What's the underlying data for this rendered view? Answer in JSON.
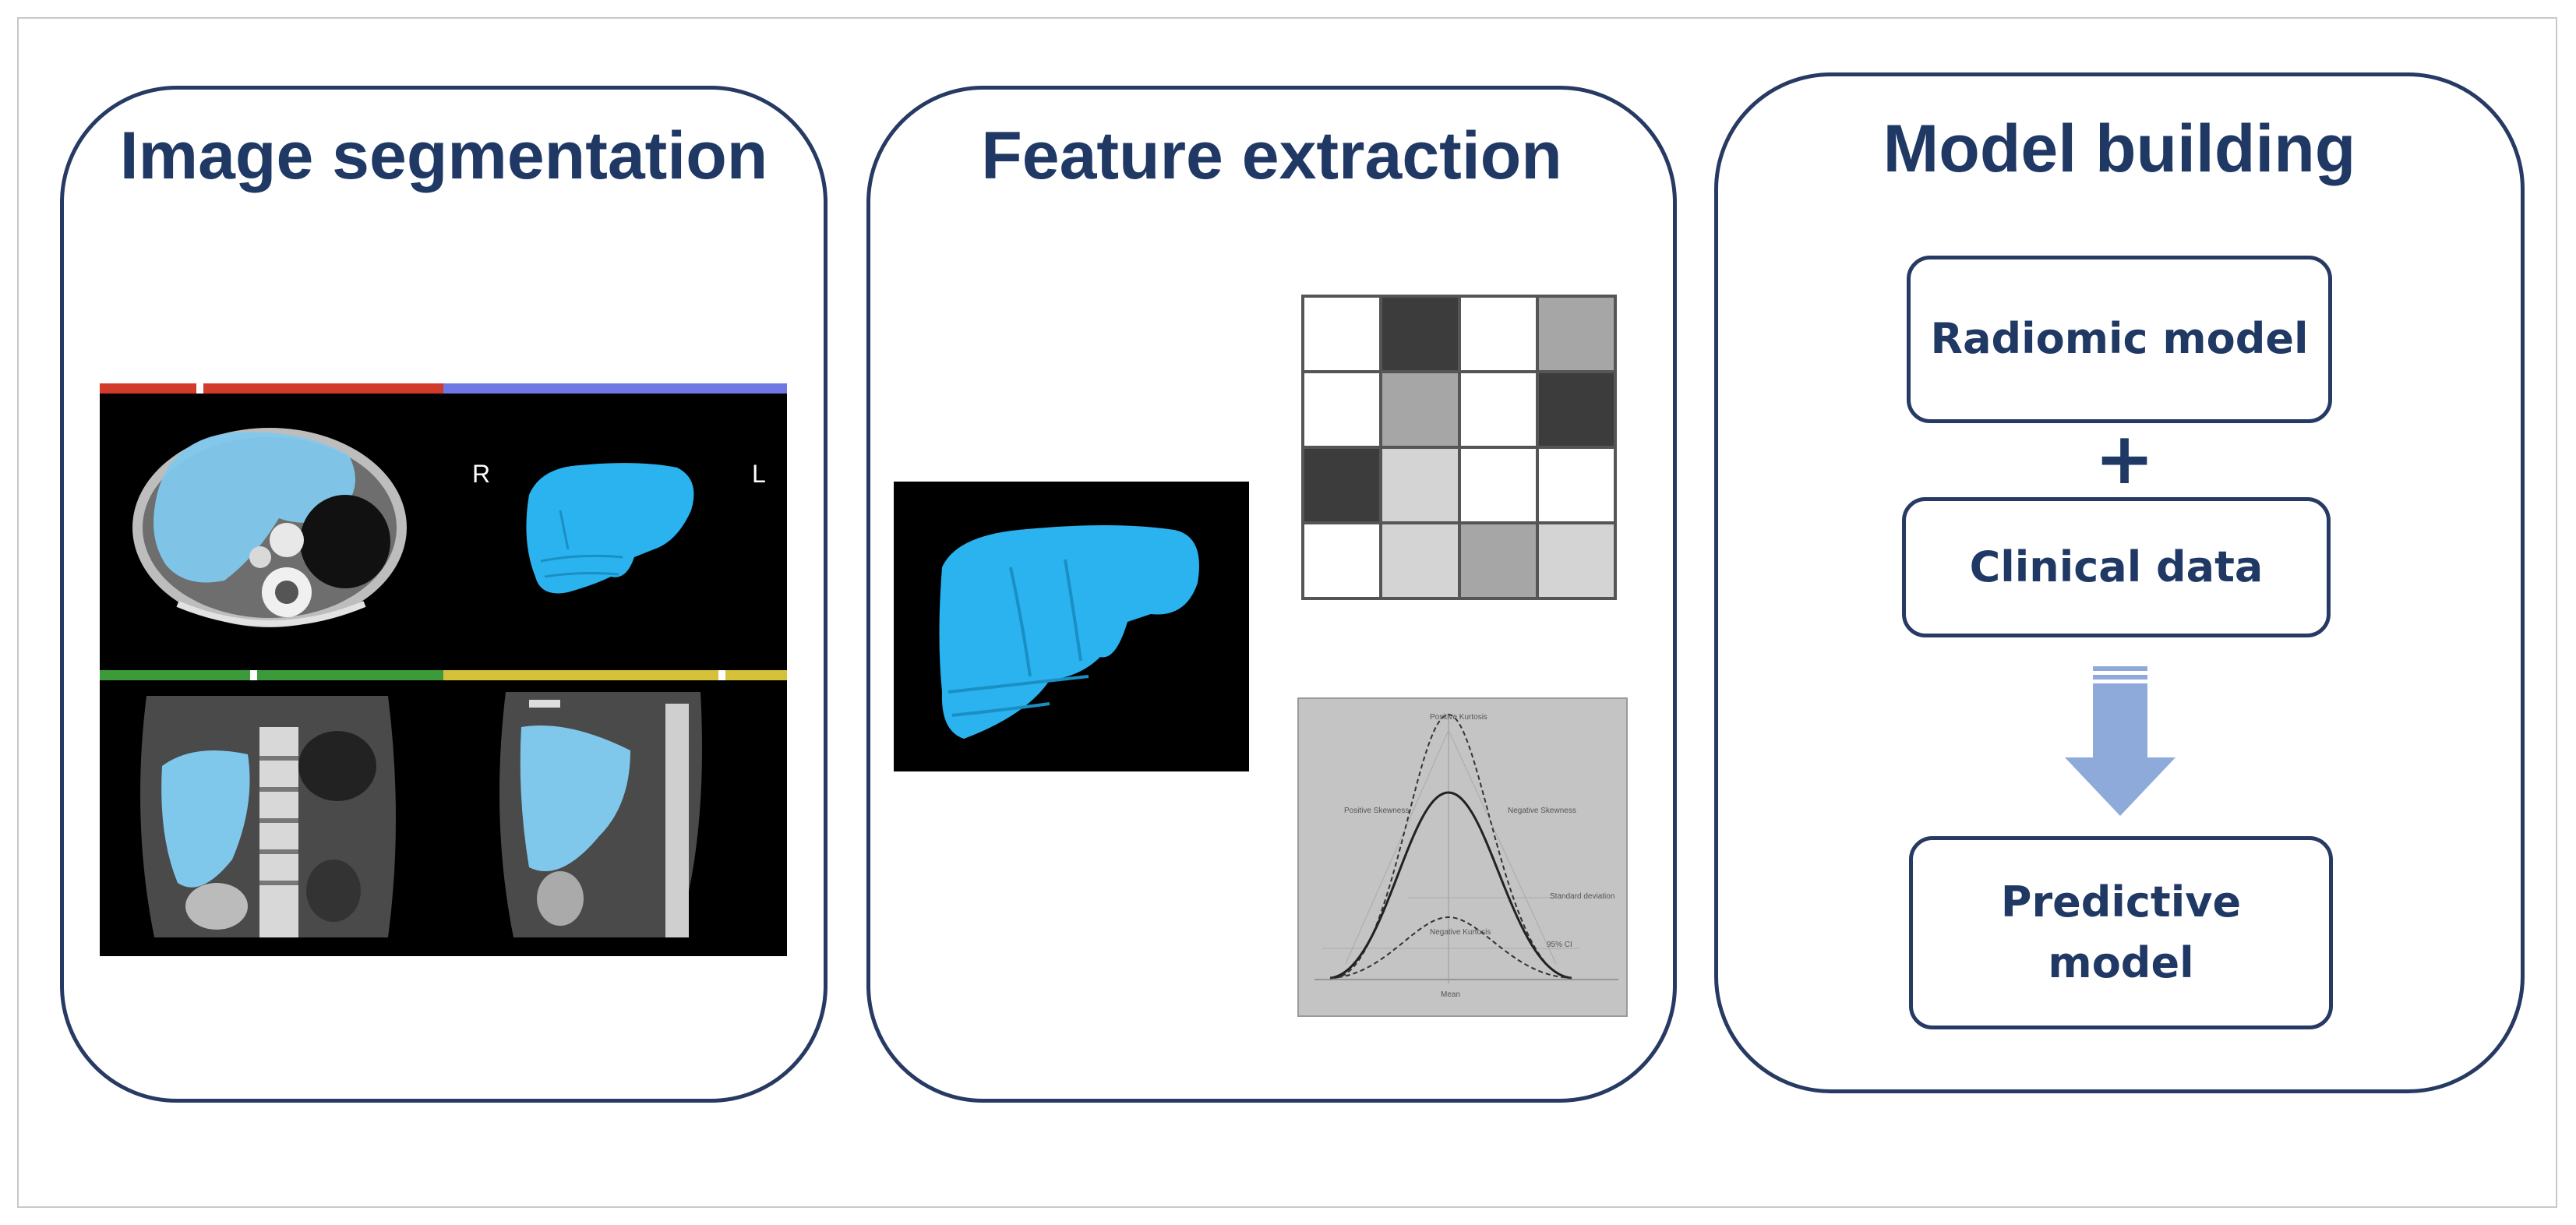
{
  "panels": [
    {
      "title": "Image segmentation"
    },
    {
      "title": "Feature extraction"
    },
    {
      "title": "Model building"
    }
  ],
  "segmentation": {
    "orientation_right": "R",
    "orientation_left": "L",
    "bar_colors": [
      "#d23a2c",
      "#7078e3",
      "#3d9a3a",
      "#d6c23a"
    ]
  },
  "feature_extraction": {
    "matrix_cells": [
      "#ffffff",
      "#3c3c3c",
      "#ffffff",
      "#a6a6a6",
      "#ffffff",
      "#a6a6a6",
      "#ffffff",
      "#3c3c3c",
      "#3c3c3c",
      "#d4d4d4",
      "#ffffff",
      "#ffffff",
      "#ffffff",
      "#d4d4d4",
      "#a6a6a6",
      "#d4d4d4"
    ],
    "curve_labels": {
      "top": "Positive Kurtosis",
      "left": "Positive Skewness",
      "right": "Negative Skewness",
      "sd": "Standard deviation",
      "ci": "95% CI",
      "neg_kurt": "Negative Kurtosis",
      "mean": "Mean"
    }
  },
  "model_building": {
    "box1": "Radiomic model",
    "plus": "+",
    "box2": "Clinical data",
    "box3_line1": "Predictive",
    "box3_line2": "model",
    "arrow_color": "#8eaadb"
  },
  "colors": {
    "accent": "#263a63",
    "text": "#1f3864",
    "liver": "#29b5f0"
  }
}
